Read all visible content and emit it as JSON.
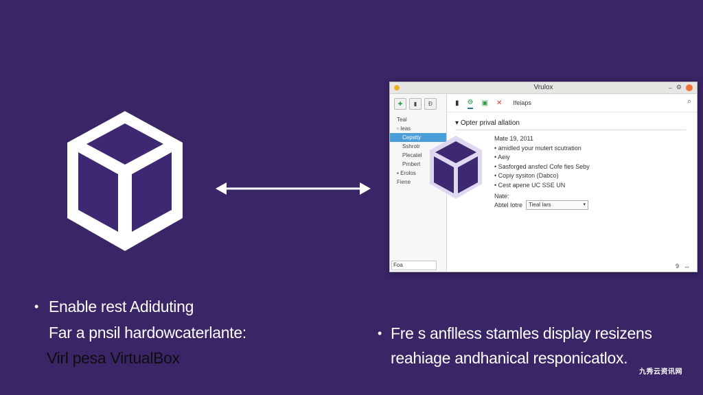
{
  "window": {
    "title": "Vrulox",
    "sidebar": {
      "tool_buttons": [
        "",
        "",
        "Ð"
      ],
      "items": [
        {
          "label": "Teal",
          "state": "normal",
          "indent": false
        },
        {
          "label": "Ieas",
          "state": "normal",
          "indent": false
        },
        {
          "label": "Cepstty",
          "state": "selected",
          "indent": true
        },
        {
          "label": "Sshrotr",
          "state": "normal",
          "indent": true
        },
        {
          "label": "Plecatel",
          "state": "normal",
          "indent": true
        },
        {
          "label": "Prnbert",
          "state": "normal",
          "indent": true
        },
        {
          "label": "Erolos",
          "state": "normal",
          "indent": false
        },
        {
          "label": "Fiene",
          "state": "normal",
          "indent": false
        }
      ],
      "search_value": "Foa"
    },
    "toolbar": {
      "label": "Ifeiaps"
    },
    "section_title": "Opter prival allation",
    "details": [
      "Mate 19, 2011",
      "• amidled your mutert scutration",
      "• Aeiy",
      "• Sasforged ansfecl Cofe fies Seby",
      "• Copiy sysiton (Dabco)",
      "• Cest apene UC SSE UN"
    ],
    "note_label": "Nate:",
    "combo_label": "Abtel Iotre",
    "combo_value": "Tieal Iars",
    "status_right": "9"
  },
  "captions": {
    "left_line1": "Enable rest Adiduting",
    "left_line2": "Far a pnsil hardowcaterlante:",
    "left_line3": "Virl pesa VirtualBox",
    "right_line1": "Fre s anflless stamles display resizens",
    "right_line2": "reahiage andhanical responicatlox."
  },
  "watermark": "九秀云资讯网",
  "colors": {
    "background": "#3a2566",
    "cube_face": "#3d2871",
    "cube_edge": "#ffffff",
    "selection": "#4a9fd8"
  }
}
